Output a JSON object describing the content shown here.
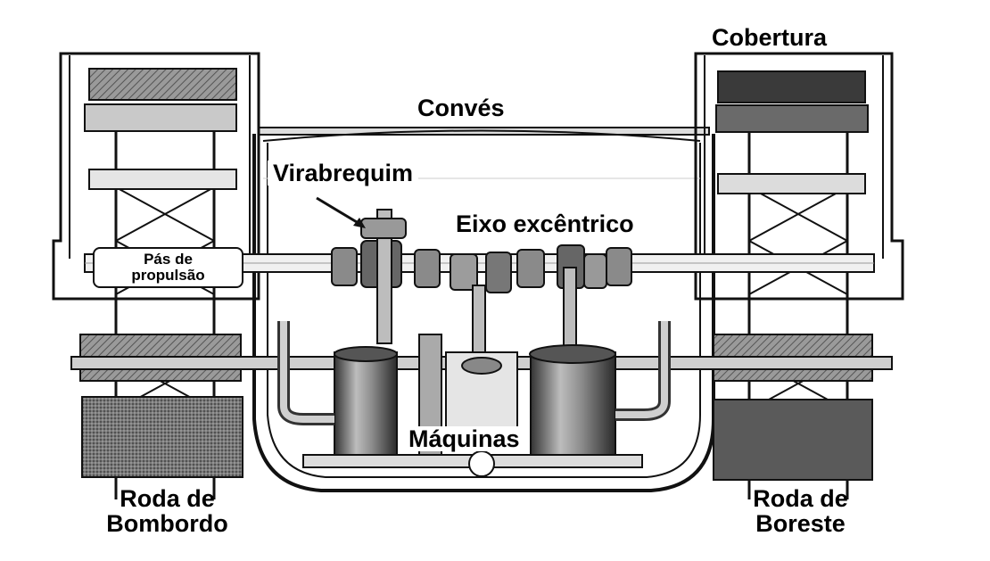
{
  "labels": {
    "cobertura": "Cobertura",
    "conves": "Convés",
    "virabrequim": "Virabrequim",
    "eixo_excentrico": "Eixo excêntrico",
    "pas_line1": "Pás de",
    "pas_line2": "propulsão",
    "maquinas": "Máquinas",
    "roda_bombordo_line1": "Roda de",
    "roda_bombordo_line2": "Bombordo",
    "roda_boreste_line1": "Roda de",
    "roda_boreste_line2": "Boreste"
  },
  "colors": {
    "ink": "#111111",
    "paddle_dark": "#3a3a3a",
    "paddle_mid": "#8a8a8a",
    "paddle_light": "#d8d8d8",
    "background": "#ffffff"
  }
}
